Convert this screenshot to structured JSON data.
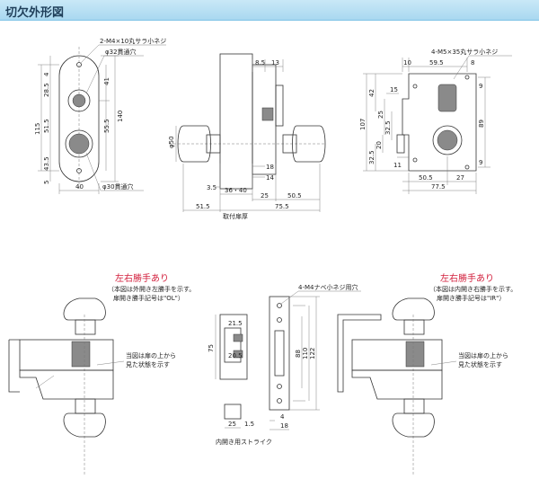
{
  "header": {
    "title": "切欠外形図"
  },
  "view_front": {
    "screw_label": "2-M4×10丸サラ小ネジ",
    "hole_top": "φ32貫通穴",
    "hole_bottom": "φ30貫通穴",
    "dims": {
      "d41": "41",
      "d28_5": "28.5",
      "d4": "4",
      "d55_5": "55.5",
      "d140": "140",
      "d115": "115",
      "d51_5": "51.5",
      "d43_5": "43.5",
      "d5": "5",
      "d40": "40"
    }
  },
  "view_section": {
    "dims": {
      "d8_5": "8.5",
      "d13": "13",
      "d50": "φ50",
      "d18": "18",
      "d14": "14",
      "d3_5": "3.5",
      "d36_40": "36・40",
      "d25": "25",
      "d50_5": "50.5",
      "d51_5": "51.5",
      "d75_5": "75.5"
    },
    "door_label": "取付扉厚"
  },
  "view_case": {
    "screw_label": "4-M5×35丸サラ小ネジ",
    "dims": {
      "d10": "10",
      "d59_5": "59.5",
      "d8": "8",
      "d42": "42",
      "d15": "15",
      "d107": "107",
      "d32_5a": "32.5",
      "d20": "20",
      "d25": "25",
      "d89": "89",
      "d32_5b": "32.5",
      "d11": "11",
      "d50_5": "50.5",
      "d27": "27",
      "d77_5": "77.5",
      "d9": "9"
    }
  },
  "view_left_hand": {
    "title": "左右勝手あり",
    "note_lines": [
      "（本図は外開き左勝手を示す。",
      "扉開き勝手記号は\"OL\"）"
    ],
    "view_note": [
      "当図は扉の上から",
      "見た状態を示す"
    ]
  },
  "view_strike": {
    "screw_label": "4-M4ナベ小ネジ用穴",
    "dims": {
      "d21_5": "21.5",
      "d75": "75",
      "d20_5": "20.5",
      "d88": "88",
      "d110": "110",
      "d122": "122",
      "d25": "25",
      "d1_5": "1.5",
      "d4": "4",
      "d18": "18"
    },
    "caption": "内開き用ストライク"
  },
  "view_right_hand": {
    "title": "左右勝手あり",
    "note_lines": [
      "（本図は内開き右勝手を示す。",
      "扉開き勝手記号は\"IR\"）"
    ],
    "view_note": [
      "当図は扉の上から",
      "見た状態を示す"
    ]
  }
}
